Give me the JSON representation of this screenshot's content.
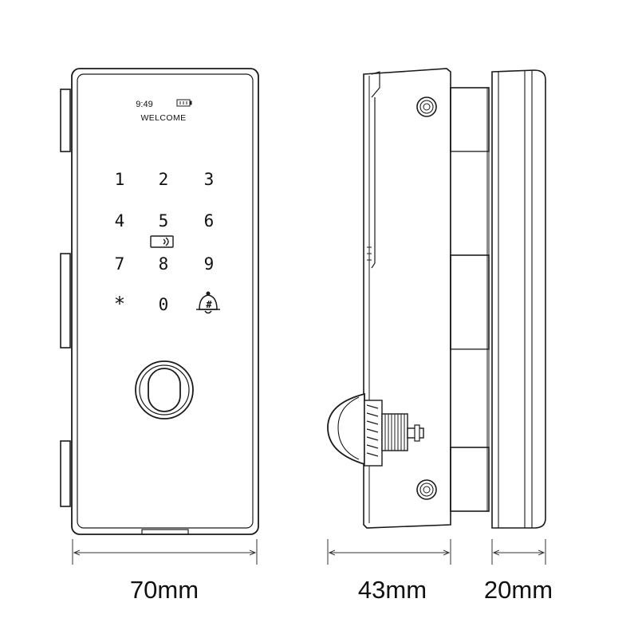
{
  "front_view": {
    "screen": {
      "time": "9:49",
      "message": "WELCOME"
    },
    "keypad": [
      {
        "key": "1"
      },
      {
        "key": "2"
      },
      {
        "key": "3"
      },
      {
        "key": "4"
      },
      {
        "key": "5"
      },
      {
        "key": "6"
      },
      {
        "key": "7"
      },
      {
        "key": "8"
      },
      {
        "key": "9"
      },
      {
        "key": "*"
      },
      {
        "key": "0"
      },
      {
        "key": "#"
      }
    ],
    "icons": [
      "battery-icon",
      "card-reader-icon",
      "doorbell-icon",
      "fingerprint-sensor-icon"
    ]
  },
  "dimensions": {
    "width": "70mm",
    "depth_lock": "43mm",
    "depth_strike": "20mm"
  },
  "colors": {
    "line": "#1a1a1a",
    "background": "#ffffff"
  }
}
